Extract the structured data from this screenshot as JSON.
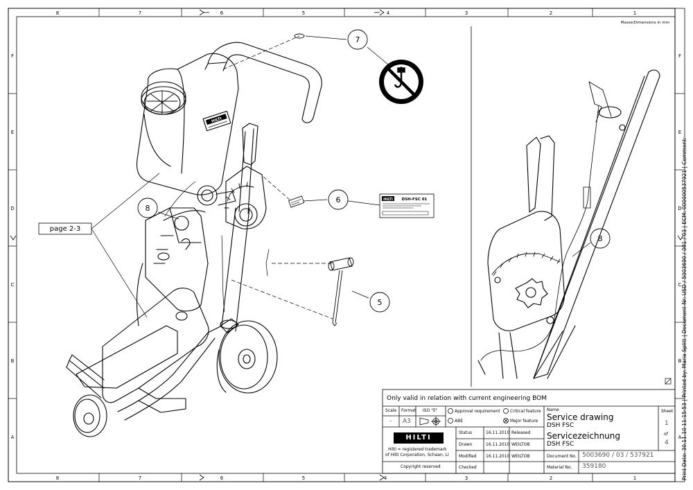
{
  "grid": {
    "cols_top": [
      "8",
      "7",
      "6",
      "5",
      "4",
      "3",
      "2",
      "1"
    ],
    "cols_bottom": [
      "8",
      "7",
      "6",
      "5",
      "4",
      "3",
      "2",
      "1"
    ],
    "rows_left": [
      "F",
      "E",
      "D",
      "C",
      "B",
      "A"
    ],
    "rows_right": [
      "F",
      "E",
      "D",
      "C",
      "B",
      "A"
    ]
  },
  "dimensions_note": "Masse/Dimensions in mm",
  "callouts": {
    "c7": "7",
    "c6": "6",
    "c5": "5",
    "c8_left": "8",
    "c8_right": "8"
  },
  "page_ref": "page 2-3",
  "label_plate": {
    "brand": "HILTI",
    "model": "DSH-FSC 01"
  },
  "logo_tank": "HILTI",
  "title_block": {
    "note": "Only valid in relation with current engineering BOM",
    "scale_label": "Scale",
    "format_label": "Format",
    "iso_label": "ISO \"E\"",
    "scale_value": "-",
    "format_value": "A3",
    "approval_requirement": "Approval requirement",
    "abe": "ABE",
    "critical_feature": "Critical feature",
    "major_feature": "Major feature",
    "logo": "HILTI",
    "trademark_line1": "Hilti = registered trademark",
    "trademark_line2": "of Hilti Corporation, Schaan, LI",
    "copyright": "Copyright reserved",
    "status_label": "Status",
    "status_date": "16.11.2010",
    "status_value": "Released",
    "drawn_label": "Drawn",
    "drawn_date": "16.11.2010",
    "drawn_value": "WEILTOB",
    "modified_label": "Modified",
    "modified_date": "16.11.2010",
    "modified_value": "WEILTOB",
    "checked_label": "Checked",
    "name_label": "Name",
    "title_en": "Service drawing",
    "subtitle_en": "DSH FSC",
    "title_de": "Servicezeichnung",
    "subtitle_de": "DSH FSC",
    "sheet_label": "Sheet",
    "sheet_num": "1",
    "of_label": "of",
    "sheet_total": "4",
    "document_label": "Document No.",
    "document_value": "5003690 / 03 / 537921",
    "material_label": "Material No.",
    "material_value": "359180"
  },
  "print_info": "Print Date: 30.11.10 11:15:53 | Printed by: Maria Splitt | Document-Nr: USD / 5003690 / 001 / 03 | ECM: 000000537921 | Comment:"
}
